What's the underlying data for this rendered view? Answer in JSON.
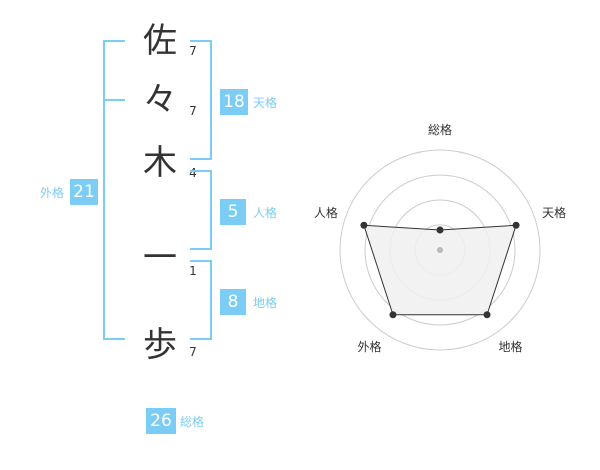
{
  "name": {
    "chars": [
      {
        "char": "佐",
        "strokes": "7"
      },
      {
        "char": "々",
        "strokes": "7"
      },
      {
        "char": "木",
        "strokes": "4"
      },
      {
        "char": "一",
        "strokes": "1"
      },
      {
        "char": "歩",
        "strokes": "7"
      }
    ]
  },
  "kaku": {
    "tenkaku": {
      "value": "18",
      "label": "天格"
    },
    "jinkaku": {
      "value": "5",
      "label": "人格"
    },
    "chikaku": {
      "value": "8",
      "label": "地格"
    },
    "gaikaku": {
      "value": "21",
      "label": "外格"
    },
    "soukaku": {
      "value": "26",
      "label": "総格"
    }
  },
  "chart_data": {
    "type": "radar",
    "axes": [
      "総格",
      "天格",
      "地格",
      "外格",
      "人格"
    ],
    "max": 5,
    "rings": 4,
    "values": [
      1,
      4,
      4,
      4,
      4
    ],
    "colors": {
      "fill": "#f0f0f0",
      "line": "#333333",
      "grid": "#cccccc",
      "point": "#333333"
    }
  }
}
